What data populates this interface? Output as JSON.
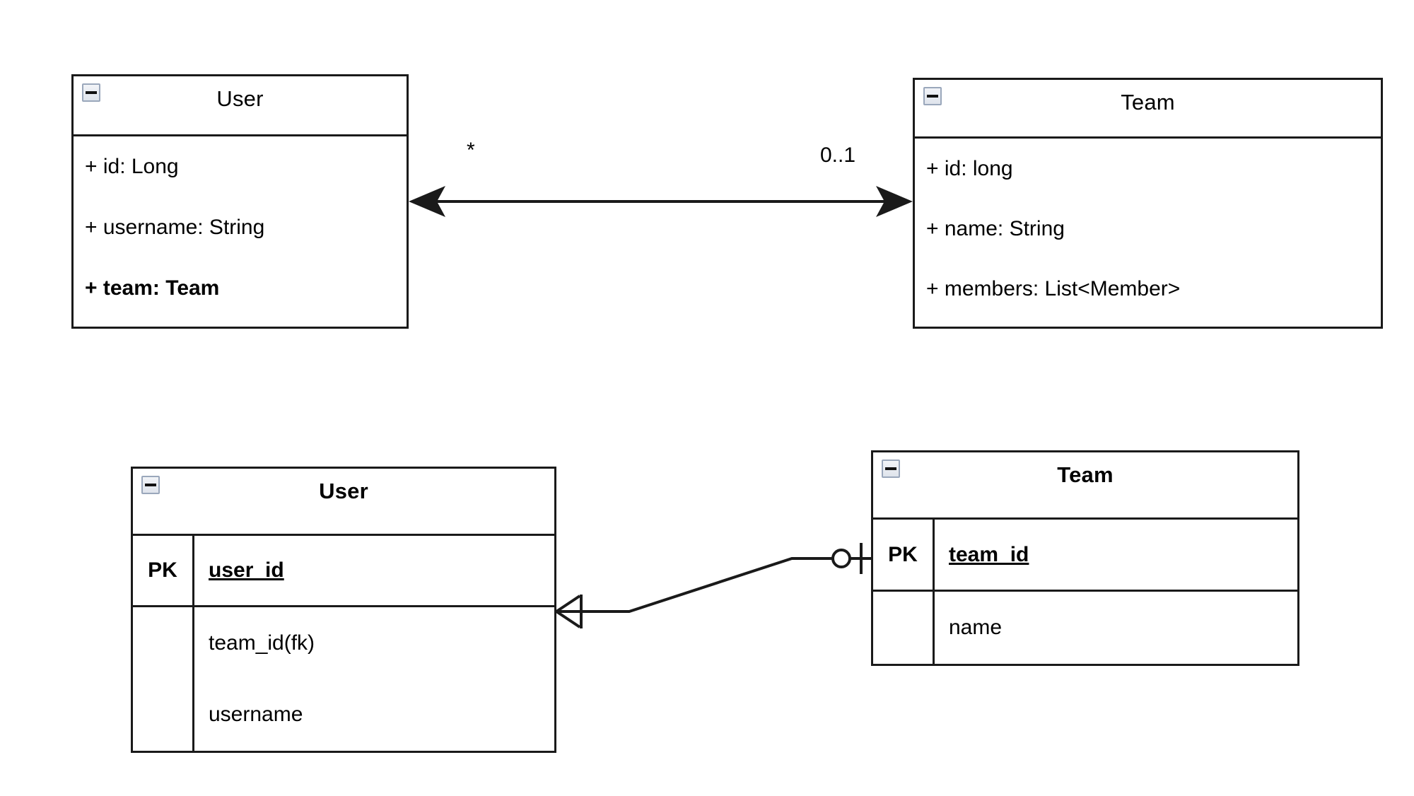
{
  "diagram": {
    "title": "UML class diagram and ER crow's-foot diagram for User and Team",
    "background_color": "#ffffff",
    "line_color": "#1a1a1a"
  },
  "uml": {
    "user_class": {
      "name": "User",
      "collapse_icon": "minus-icon",
      "attributes": [
        {
          "text": "+ id: Long",
          "bold": false
        },
        {
          "text": "+ username: String",
          "bold": false
        },
        {
          "text": "+ team: Team",
          "bold": true
        }
      ]
    },
    "team_class": {
      "name": "Team",
      "collapse_icon": "minus-icon",
      "attributes": [
        {
          "text": "+ id: long",
          "bold": false
        },
        {
          "text": "+ name: String",
          "bold": false
        },
        {
          "text": "+ members: List<Member>",
          "bold": false
        }
      ]
    },
    "association": {
      "type": "bidirectional-association",
      "source_multiplicity": "*",
      "target_multiplicity": "0..1"
    }
  },
  "er": {
    "user_table": {
      "name": "User",
      "collapse_icon": "minus-icon",
      "rows": [
        {
          "key": "PK",
          "field": "user_id",
          "is_primary_key": true
        },
        {
          "key": "",
          "field": "team_id(fk)",
          "is_primary_key": false
        },
        {
          "key": "",
          "field": "username",
          "is_primary_key": false
        }
      ]
    },
    "team_table": {
      "name": "Team",
      "collapse_icon": "minus-icon",
      "rows": [
        {
          "key": "PK",
          "field": "team_id",
          "is_primary_key": true
        },
        {
          "key": "",
          "field": "name",
          "is_primary_key": false
        }
      ]
    },
    "relationship": {
      "type": "crows-foot",
      "user_side_cardinality": "one-or-many",
      "team_side_cardinality": "zero-or-one"
    }
  }
}
